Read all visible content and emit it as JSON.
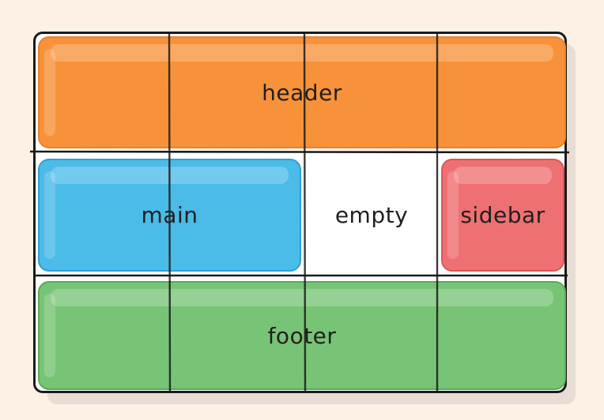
{
  "areas": {
    "header": "header",
    "main": "main",
    "empty": "empty",
    "sidebar": "sidebar",
    "footer": "footer"
  },
  "colors": {
    "background": "#fdf0e5",
    "header": "#f7923a",
    "main": "#4bbbe7",
    "sidebar": "#ef7073",
    "footer": "#78c476",
    "grid_line": "#1a1a1a"
  },
  "grid": {
    "columns": 4,
    "rows": 3
  }
}
